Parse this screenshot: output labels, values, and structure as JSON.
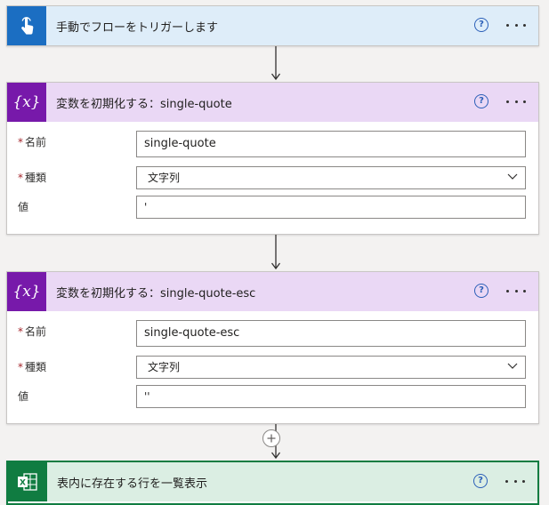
{
  "trigger": {
    "title": "手動でフローをトリガーします",
    "help_glyph": "?"
  },
  "var1": {
    "title": "変数を初期化する：single-quote",
    "help_glyph": "?",
    "icon_text": "{x}",
    "fields": {
      "name_label": "名前",
      "name_value": "single-quote",
      "type_label": "種類",
      "type_value": "文字列",
      "value_label": "値",
      "value_value": "'"
    }
  },
  "var2": {
    "title": "変数を初期化する：single-quote-esc",
    "help_glyph": "?",
    "icon_text": "{x}",
    "fields": {
      "name_label": "名前",
      "name_value": "single-quote-esc",
      "type_label": "種類",
      "type_value": "文字列",
      "value_label": "値",
      "value_value": "''"
    }
  },
  "excel": {
    "title": "表内に存在する行を一覧表示",
    "help_glyph": "?",
    "icon_letter": "X"
  },
  "required_mark": "*",
  "colors": {
    "trigger_header": "#deedf9",
    "trigger_icon": "#1b6ec2",
    "variable_header": "#ead8f5",
    "variable_icon": "#7719aa",
    "excel_header": "#dbeee3",
    "excel_icon": "#107c41",
    "help": "#2b5fb8",
    "required": "#a4262c"
  }
}
